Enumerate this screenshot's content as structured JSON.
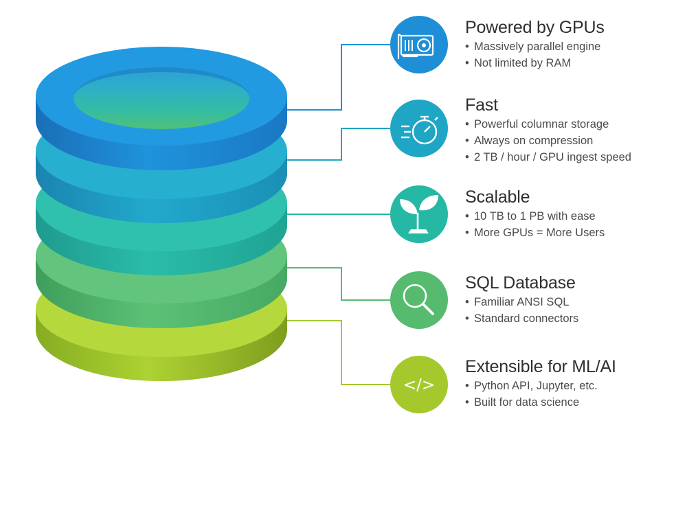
{
  "colors": {
    "disk_top": "#1e8fd6",
    "disk_2": "#1fa6c4",
    "disk_3": "#25b8a4",
    "disk_4": "#56bb6e",
    "disk_bottom": "#a5c92c",
    "title_text": "#2f2f2f",
    "body_text": "#4a4a4a"
  },
  "features": [
    {
      "title": "Powered by GPUs",
      "icon": "gpu-card-icon",
      "color": "#1e8fd6",
      "bullets": [
        "Massively parallel engine",
        "Not limited by RAM"
      ]
    },
    {
      "title": "Fast",
      "icon": "stopwatch-icon",
      "color": "#1fa6c4",
      "bullets": [
        "Powerful columnar storage",
        "Always on compression",
        "2 TB / hour / GPU ingest speed"
      ]
    },
    {
      "title": "Scalable",
      "icon": "sprout-icon",
      "color": "#25b8a4",
      "bullets": [
        "10 TB to 1 PB with ease",
        "More GPUs = More Users"
      ]
    },
    {
      "title": "SQL Database",
      "icon": "magnifier-icon",
      "color": "#56bb6e",
      "bullets": [
        "Familiar ANSI SQL",
        "Standard connectors"
      ]
    },
    {
      "title": "Extensible for ML/AI",
      "icon": "code-brackets-icon",
      "color": "#a5c92c",
      "bullets": [
        "Python API, Jupyter, etc.",
        "Built for data science"
      ]
    }
  ],
  "bullet_char": "•",
  "code_icon_text": "</>"
}
